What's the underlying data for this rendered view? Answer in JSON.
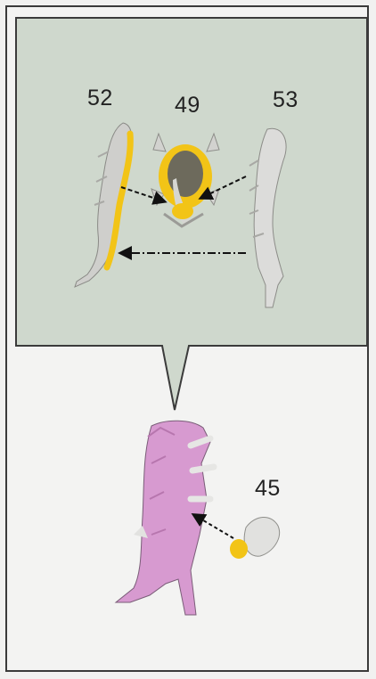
{
  "labels": {
    "part_52": "52",
    "part_49": "49",
    "part_53": "53",
    "part_45": "45"
  },
  "colors": {
    "callout_bg": "#cdd6cc",
    "callout_border": "#3b3b3b",
    "page_bg": "#f3f3f2",
    "part_grey": "#c9c9c6",
    "part_yellow": "#f2c417",
    "assembly_pink": "#d79ad0"
  }
}
